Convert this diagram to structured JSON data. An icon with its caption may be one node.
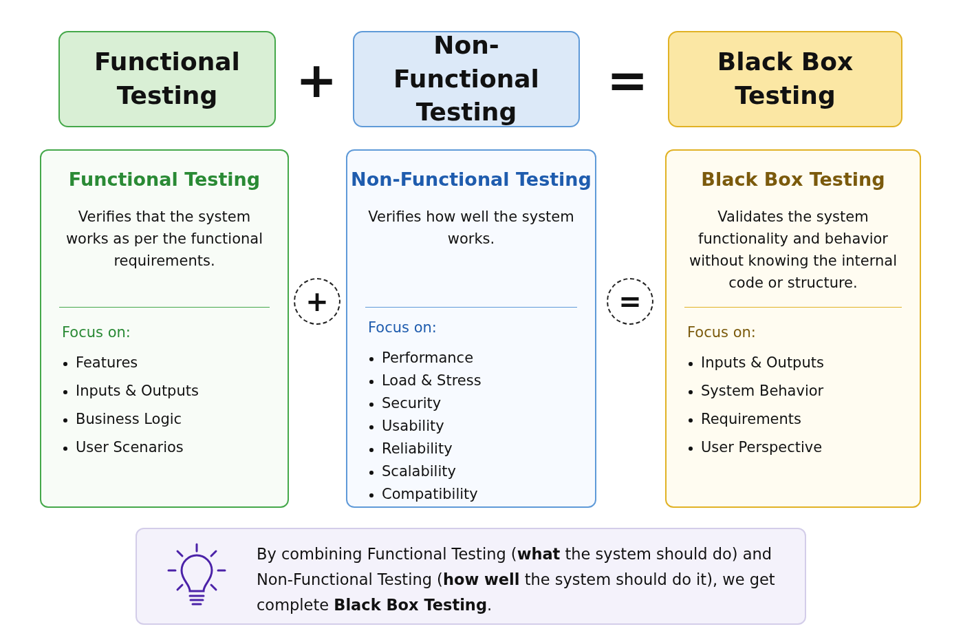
{
  "diagram": {
    "nodes": [
      {
        "text": [
          "Functional Testing"
        ]
      },
      {
        "text": [
          "Non-Functional Testing"
        ]
      },
      {
        "text": [
          "Black Box Testing"
        ]
      },
      {
        "text": [
          "Functional Testing",
          "Verifies that the system works as per the functional requirements.",
          "Focus on:",
          "Features",
          "Inputs & Outputs",
          "Business Logic",
          "User Scenarios"
        ]
      },
      {
        "text": [
          "+"
        ]
      },
      {
        "text": [
          "Non-Functional Testing",
          "Verifies how well the system works.",
          "Focus on:",
          "Performance",
          "Load & Stress",
          "Security",
          "Usability",
          "Reliability",
          "Scalability",
          "Compatibility"
        ]
      },
      {
        "text": [
          "="
        ]
      },
      {
        "text": [
          "Black Box Testing",
          "Validates the system functionality and behavior without knowing the internal code or structure.",
          "Focus on:",
          "Inputs & Outputs",
          "System Behavior",
          "Requirements",
          "User Perspective"
        ]
      },
      {
        "text": [
          "By combining Functional Testing (**what** the system should do) and Non-Functional Testing (**how well** the system should do it), we get complete **Black Box Testing**."
        ]
      }
    ],
    "labels": [
      "+",
      "="
    ]
  }
}
